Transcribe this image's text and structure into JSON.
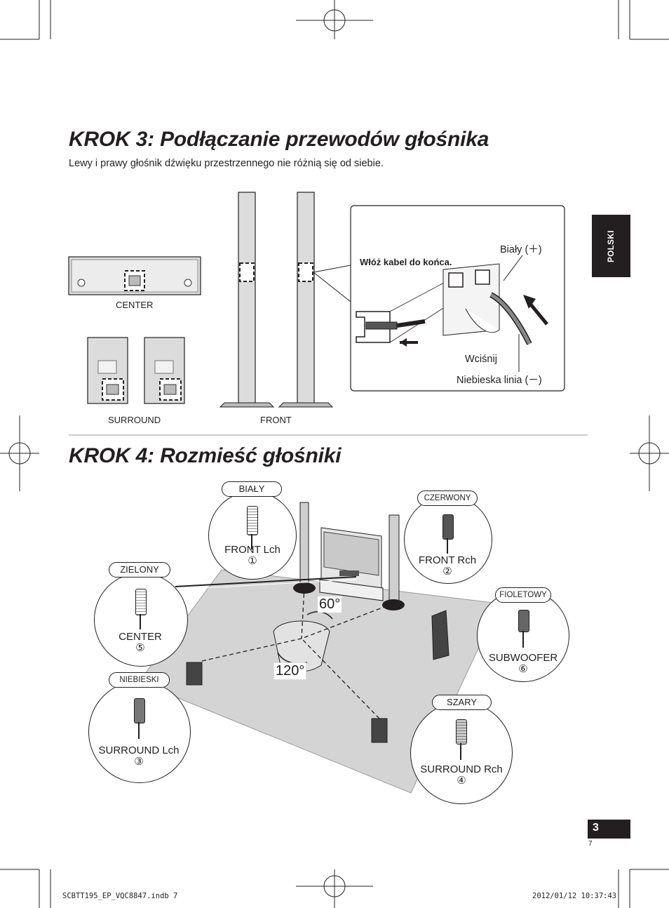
{
  "step3": {
    "title": "KROK 3: Podłączanie przewodów głośnika",
    "subtitle": "Lewy i prawy głośnik dźwięku przestrzennego nie różnią się od siebie.",
    "speaker_labels": {
      "center": "CENTER",
      "surround": "SURROUND",
      "front": "FRONT"
    },
    "inset": {
      "insert_label": "Włóż kabel do końca.",
      "white_label": "Biały (＋)",
      "press_label": "Wciśnij",
      "blue_label": "Niebieska linia (－)"
    }
  },
  "side_tab": "POLSKI",
  "step4": {
    "title": "KROK 4: Rozmieść głośniki",
    "angles": {
      "front": "60°",
      "rear": "120°"
    },
    "connectors": [
      {
        "color_name": "BIAŁY",
        "name": "FRONT Lch",
        "number": "①"
      },
      {
        "color_name": "CZERWONY",
        "name": "FRONT Rch",
        "number": "②"
      },
      {
        "color_name": "ZIELONY",
        "name": "CENTER",
        "number": "⑤"
      },
      {
        "color_name": "FIOLETOWY",
        "name": "SUBWOOFER",
        "number": "⑥"
      },
      {
        "color_name": "NIEBIESKI",
        "name": "SURROUND Lch",
        "number": "③"
      },
      {
        "color_name": "SZARY",
        "name": "SURROUND Rch",
        "number": "④"
      }
    ]
  },
  "footer": {
    "page_number": "3",
    "sheet_number": "7",
    "file_name": "SCBTT195_EP_VQC8847.indb   7",
    "timestamp": "2012/01/12   10:37:43"
  },
  "colors": {
    "ink": "#231f20",
    "floor": "#d4d4d4",
    "speaker_fill": "#dcdcdc"
  }
}
